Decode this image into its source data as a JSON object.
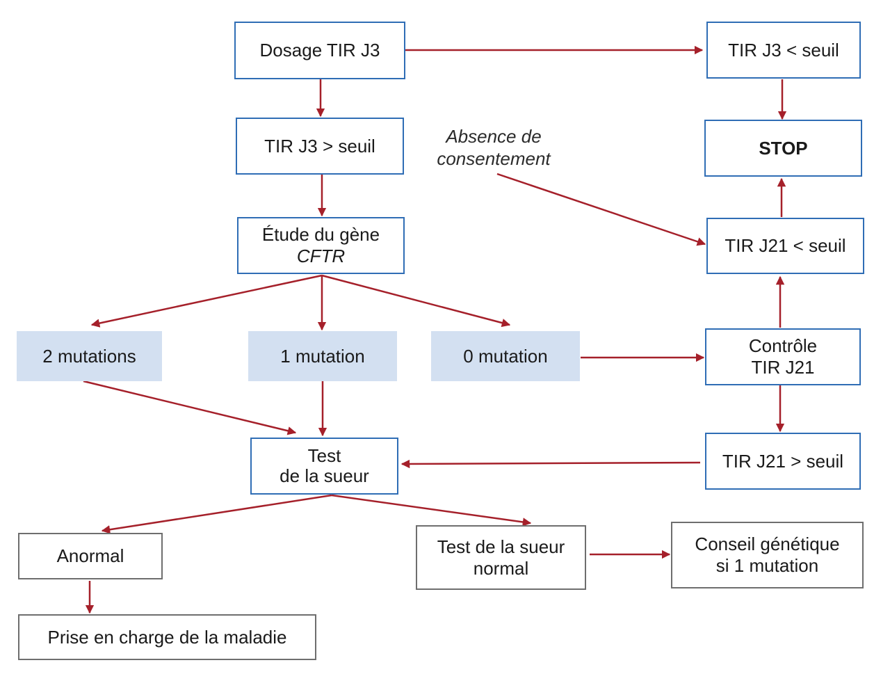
{
  "nodes": {
    "dosage_tir_j3": "Dosage TIR J3",
    "tir_j3_above": "TIR J3 > seuil",
    "etude_gene_line1": "Étude du gène",
    "etude_gene_line2": "CFTR",
    "two_mutations": "2 mutations",
    "one_mutation": "1 mutation",
    "zero_mutation": "0 mutation",
    "test_sueur_line1": "Test",
    "test_sueur_line2": "de la sueur",
    "anormal": "Anormal",
    "prise_en_charge": "Prise en charge de la maladie",
    "sueur_normal_line1": "Test de la sueur",
    "sueur_normal_line2": "normal",
    "conseil_line1": "Conseil génétique",
    "conseil_line2": "si 1 mutation",
    "tir_j3_below": "TIR J3 < seuil",
    "stop": "STOP",
    "tir_j21_below": "TIR J21 < seuil",
    "controle_line1": "Contrôle",
    "controle_line2": "TIR J21",
    "tir_j21_above": "TIR J21 > seuil"
  },
  "annotations": {
    "absence_line1": "Absence de",
    "absence_line2": "consentement"
  },
  "colors": {
    "arrow": "#a5202a",
    "blue_border": "#2f6db5",
    "gray_border": "#6e6e6e",
    "mutation_fill": "#d3e0f1"
  }
}
